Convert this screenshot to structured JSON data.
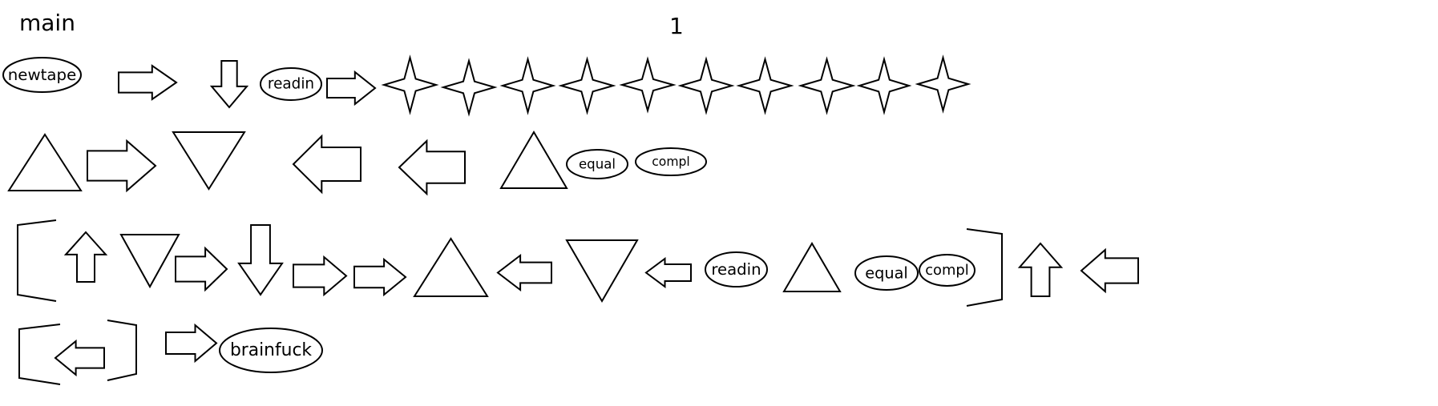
{
  "program": {
    "name": "main",
    "page_number": "1"
  },
  "rows": [
    {
      "tokens": [
        {
          "kind": "ellipse",
          "label": "newtape"
        },
        {
          "kind": "arrow",
          "dir": "right"
        },
        {
          "kind": "arrow",
          "dir": "down"
        },
        {
          "kind": "ellipse",
          "label": "readin"
        },
        {
          "kind": "arrow",
          "dir": "right"
        },
        {
          "kind": "star"
        },
        {
          "kind": "star"
        },
        {
          "kind": "star"
        },
        {
          "kind": "star"
        },
        {
          "kind": "star"
        },
        {
          "kind": "star"
        },
        {
          "kind": "star"
        },
        {
          "kind": "star"
        },
        {
          "kind": "star"
        },
        {
          "kind": "star"
        }
      ]
    },
    {
      "tokens": [
        {
          "kind": "triangle",
          "dir": "up"
        },
        {
          "kind": "arrow",
          "dir": "right"
        },
        {
          "kind": "triangle",
          "dir": "down"
        },
        {
          "kind": "arrow",
          "dir": "left"
        },
        {
          "kind": "arrow",
          "dir": "left"
        },
        {
          "kind": "triangle",
          "dir": "up"
        },
        {
          "kind": "ellipse",
          "label": "equal"
        },
        {
          "kind": "ellipse",
          "label": "compl"
        }
      ]
    },
    {
      "tokens": [
        {
          "kind": "bracket",
          "side": "open"
        },
        {
          "kind": "arrow",
          "dir": "up"
        },
        {
          "kind": "triangle",
          "dir": "down"
        },
        {
          "kind": "arrow",
          "dir": "right"
        },
        {
          "kind": "arrow",
          "dir": "down"
        },
        {
          "kind": "arrow",
          "dir": "right"
        },
        {
          "kind": "arrow",
          "dir": "right"
        },
        {
          "kind": "triangle",
          "dir": "up"
        },
        {
          "kind": "arrow",
          "dir": "left"
        },
        {
          "kind": "triangle",
          "dir": "down"
        },
        {
          "kind": "arrow",
          "dir": "left"
        },
        {
          "kind": "ellipse",
          "label": "readin"
        },
        {
          "kind": "triangle",
          "dir": "up"
        },
        {
          "kind": "ellipse",
          "label": "equal"
        },
        {
          "kind": "ellipse",
          "label": "compl"
        },
        {
          "kind": "bracket",
          "side": "close"
        },
        {
          "kind": "arrow",
          "dir": "up"
        },
        {
          "kind": "arrow",
          "dir": "left"
        }
      ]
    },
    {
      "tokens": [
        {
          "kind": "bracket",
          "side": "open"
        },
        {
          "kind": "arrow",
          "dir": "left"
        },
        {
          "kind": "bracket",
          "side": "close"
        },
        {
          "kind": "arrow",
          "dir": "right"
        },
        {
          "kind": "ellipse",
          "label": "brainfuck"
        }
      ]
    }
  ]
}
